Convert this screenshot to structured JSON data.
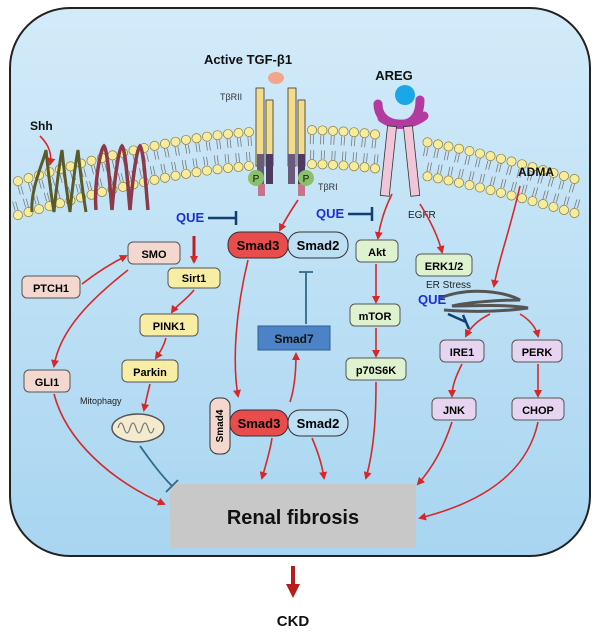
{
  "labels": {
    "active_tgf": "Active TGF-β1",
    "tbrii": "TβRII",
    "tbri": "TβRI",
    "p": "P",
    "areg": "AREG",
    "egfr": "EGFR",
    "shh": "Shh",
    "adma": "ADMA",
    "er_stress": "ER Stress",
    "mitophagy": "Mitophagy",
    "que": "QUE",
    "ckd": "CKD",
    "renal_fibrosis": "Renal fibrosis"
  },
  "nodes": {
    "smo": "SMO",
    "ptch1": "PTCH1",
    "gli1": "GLI1",
    "sirt1": "Sirt1",
    "pink1": "PINK1",
    "parkin": "Parkin",
    "smad3": "Smad3",
    "smad2": "Smad2",
    "smad7": "Smad7",
    "smad4": "Smad4",
    "akt": "Akt",
    "mtor": "mTOR",
    "p70s6k": "p70S6K",
    "erk12": "ERK1/2",
    "ire1": "IRE1",
    "jnk": "JNK",
    "perk": "PERK",
    "chop": "CHOP"
  },
  "colors": {
    "cell_fill_top": "#cfe9f8",
    "cell_fill_bottom": "#a9d6f1",
    "membrane_head": "#f6ec9c",
    "arrow_red": "#d62828",
    "inhibit_blue": "#0f3f73",
    "que_text": "#1a2fd6",
    "smad3": "#e84c4c",
    "smad2": "#bcdff3",
    "smad7": "#4b83c6",
    "fibrosis_box": "#c8c8c8",
    "node_green": "#dff2cf",
    "node_yellow": "#f7eda3",
    "node_pink": "#f4d7cf",
    "node_lilac": "#e7d4f0"
  }
}
